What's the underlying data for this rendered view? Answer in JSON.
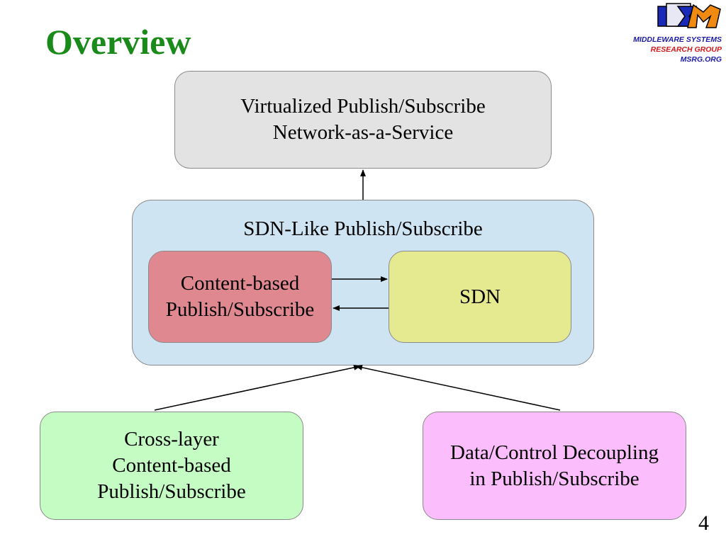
{
  "slide": {
    "title": "Overview",
    "page_number": "4"
  },
  "branding": {
    "line1": "MIDDLEWARE SYSTEMS",
    "line2": "RESEARCH GROUP",
    "line3": "MSRG.ORG"
  },
  "diagram": {
    "virtualized_box": "Virtualized Publish/Subscribe\nNetwork-as-a-Service",
    "sdn_like_box": "SDN-Like Publish/Subscribe",
    "content_based_box": "Content-based\nPublish/Subscribe",
    "sdn_box": "SDN",
    "cross_layer_box": "Cross-layer\nContent-based\nPublish/Subscribe",
    "decoupling_box": "Data/Control Decoupling\nin Publish/Subscribe"
  },
  "colors": {
    "title": "#1a8a1a",
    "virtualized_fill": "#e3e3e3",
    "sdn_like_fill": "#cfe4f2",
    "content_based_fill": "#e08890",
    "sdn_fill": "#e5ea90",
    "cross_layer_fill": "#c4fcc4",
    "decoupling_fill": "#fbbdfb"
  }
}
